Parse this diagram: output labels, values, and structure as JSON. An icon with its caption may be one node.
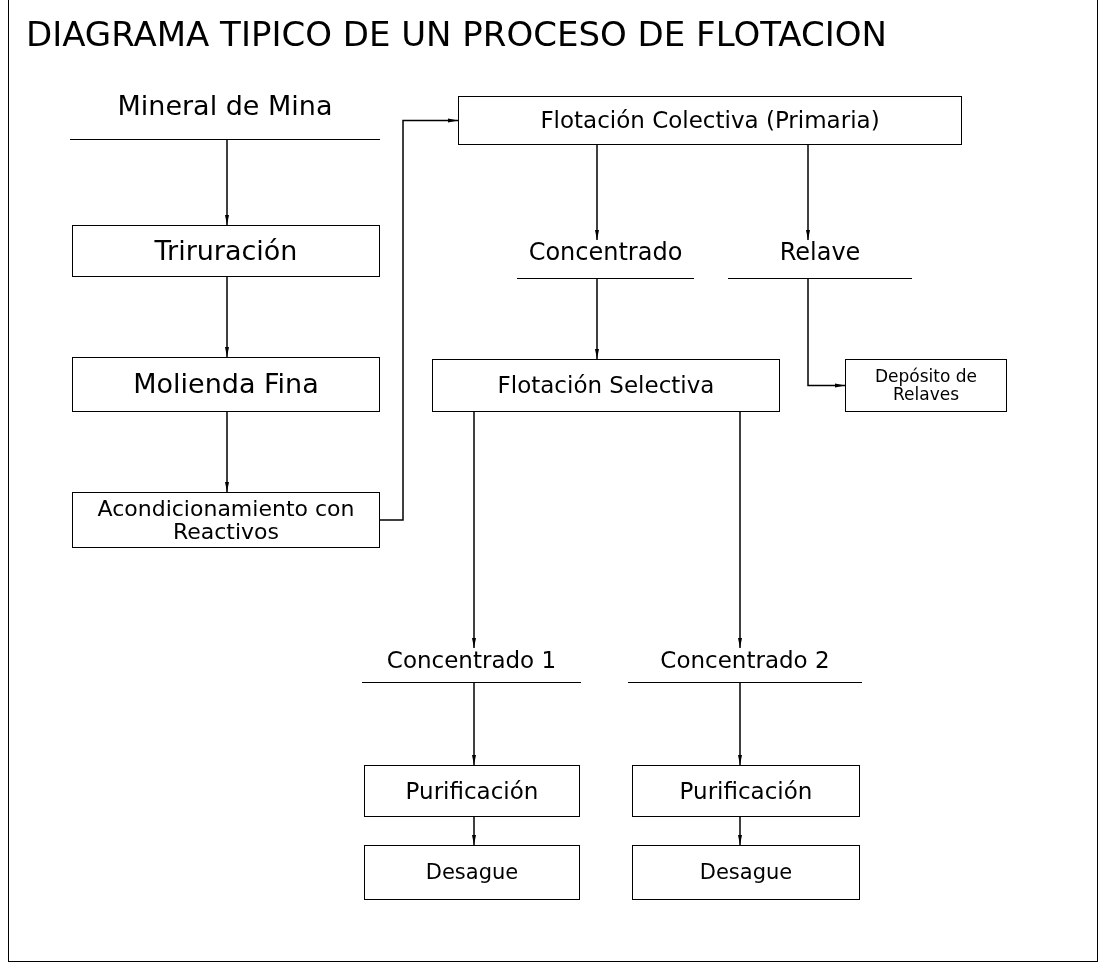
{
  "diagram": {
    "title": "DIAGRAMA TIPICO DE UN PROCESO DE FLOTACION",
    "nodes": [
      {
        "text": [
          "Mineral de Mina"
        ]
      },
      {
        "text": [
          "Triruración"
        ]
      },
      {
        "text": [
          "Molienda Fina"
        ]
      },
      {
        "text": [
          "Acondicionamiento con Reactivos"
        ]
      },
      {
        "text": [
          "Flotación Colectiva (Primaria)"
        ]
      },
      {
        "text": [
          "Concentrado"
        ]
      },
      {
        "text": [
          "Relave"
        ]
      },
      {
        "text": [
          "Flotación Selectiva"
        ]
      },
      {
        "text": [
          "Depósito de Relaves"
        ]
      },
      {
        "text": [
          "Concentrado 1"
        ]
      },
      {
        "text": [
          "Concentrado 2"
        ]
      },
      {
        "text": [
          "Purificación"
        ]
      },
      {
        "text": [
          "Purificación"
        ]
      },
      {
        "text": [
          "Desague"
        ]
      },
      {
        "text": [
          "Desague"
        ]
      }
    ],
    "edges": [
      {
        "from": 0,
        "to": 1,
        "arrow": "to"
      },
      {
        "from": 1,
        "to": 2,
        "arrow": "to"
      },
      {
        "from": 2,
        "to": 3,
        "arrow": "to"
      },
      {
        "from": 3,
        "to": 4,
        "arrow": "to"
      },
      {
        "from": 4,
        "to": 5,
        "arrow": "to"
      },
      {
        "from": 4,
        "to": 6,
        "arrow": "to"
      },
      {
        "from": 5,
        "to": 7,
        "arrow": "to"
      },
      {
        "from": 6,
        "to": 8,
        "arrow": "to"
      },
      {
        "from": 7,
        "to": 9,
        "arrow": "to"
      },
      {
        "from": 7,
        "to": 10,
        "arrow": "to"
      },
      {
        "from": 9,
        "to": 11,
        "arrow": "to"
      },
      {
        "from": 10,
        "to": 12,
        "arrow": "to"
      },
      {
        "from": 11,
        "to": 13,
        "arrow": "to"
      },
      {
        "from": 12,
        "to": 14,
        "arrow": "to"
      }
    ]
  }
}
